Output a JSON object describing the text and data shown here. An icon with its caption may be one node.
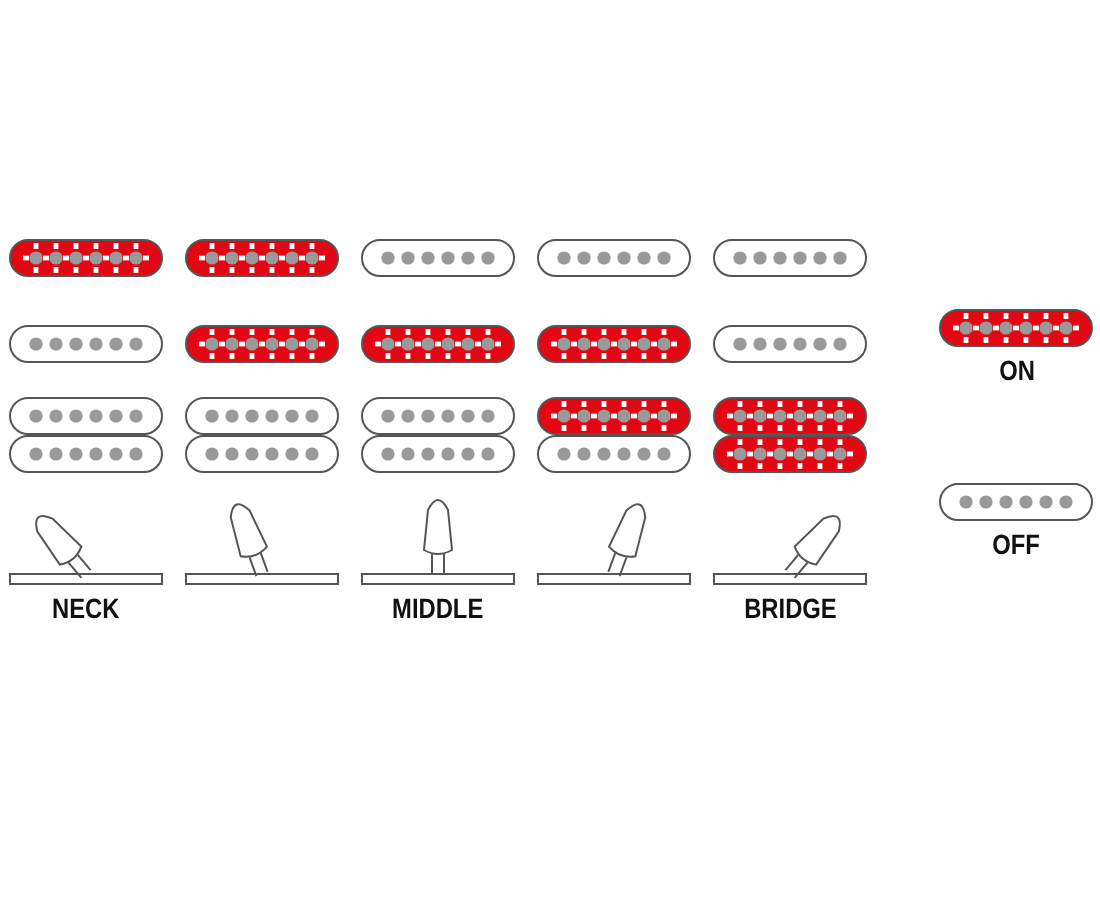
{
  "diagram": {
    "labels": [
      "NECK",
      "MIDDLE",
      "BRIDGE"
    ],
    "legend": [
      {
        "text": "ON"
      },
      {
        "text": "OFF"
      }
    ]
  }
}
